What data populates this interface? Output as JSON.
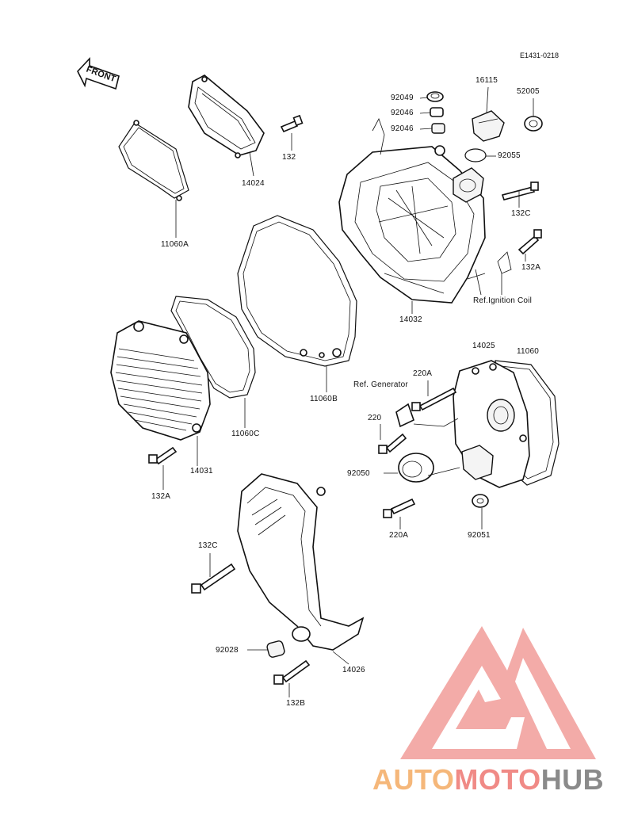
{
  "diagram": {
    "code": "E1431-0218",
    "front_label": "FRONT",
    "parts": {
      "p92049": "92049",
      "p92046a": "92046",
      "p92046b": "92046",
      "p16115": "16115",
      "p52005": "52005",
      "p92055": "92055",
      "p132_top": "132",
      "p14024": "14024",
      "p11060a": "11060A",
      "p132c_top": "132C",
      "p132a_right": "132A",
      "ref_ignition": "Ref.Ignition Coil",
      "p14032": "14032",
      "p14025": "14025",
      "p11060": "11060",
      "p11060b": "11060B",
      "p220a_top": "220A",
      "ref_generator": "Ref. Generator",
      "p220": "220",
      "p92050": "92050",
      "p220a_bottom": "220A",
      "p92051": "92051",
      "p11060c": "11060C",
      "p14031": "14031",
      "p132a_left": "132A",
      "p132c_bottom": "132C",
      "p92028": "92028",
      "p14026": "14026",
      "p132b": "132B"
    }
  },
  "watermark": {
    "part1": "AUTO",
    "part2": "MOTO",
    "part3": "HUB",
    "colors": {
      "orange": "#f5b77a",
      "red": "#f08a86",
      "gray": "#8a8a8a"
    }
  }
}
